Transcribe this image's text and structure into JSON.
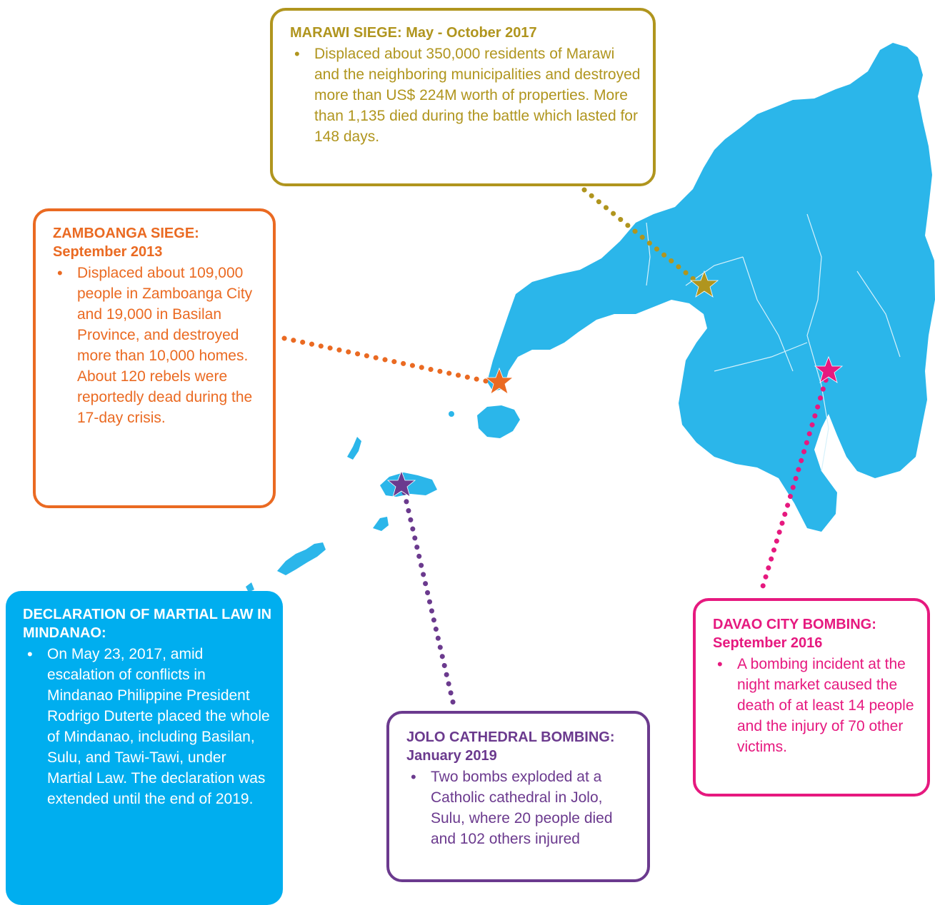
{
  "colors": {
    "land": "#2BB6EA",
    "marawi": "#B0951E",
    "zamboanga": "#EA6A22",
    "martial_bg": "#00AEEF",
    "martial_text": "#FFFFFF",
    "jolo": "#6B3A8E",
    "davao": "#E6197F"
  },
  "callouts": {
    "marawi": {
      "title": "MARAWI SIEGE: May - October 2017",
      "text": "Displaced about 350,000 residents of Marawi and the neighboring municipalities and destroyed more than US$ 224M worth of properties. More than 1,135 died during the battle which lasted for 148 days."
    },
    "zamboanga": {
      "title": "ZAMBOANGA SIEGE: September 2013",
      "text": "Displaced about 109,000 people in Zamboanga City and 19,000 in Basilan Province, and destroyed more than 10,000 homes. About 120 rebels were reportedly dead during the 17-day crisis."
    },
    "martial": {
      "title": "DECLARATION OF MARTIAL LAW IN MINDANAO:",
      "text": "On May 23, 2017, amid escalation of conflicts in Mindanao Philippine President Rodrigo Duterte placed the whole of Mindanao, including Basilan, Sulu, and Tawi-Tawi, under Martial Law. The declaration was extended until the end of 2019."
    },
    "jolo": {
      "title": "JOLO CATHEDRAL BOMBING: January 2019",
      "text": "Two bombs exploded at a Catholic cathedral  in Jolo, Sulu, where 20 people died and 102 others injured"
    },
    "davao": {
      "title": "DAVAO CITY BOMBING: September 2016",
      "text": "A bombing incident at the night market caused the death of at least 14 people and the injury of 70 other victims."
    }
  },
  "bullet_glyph": "•"
}
